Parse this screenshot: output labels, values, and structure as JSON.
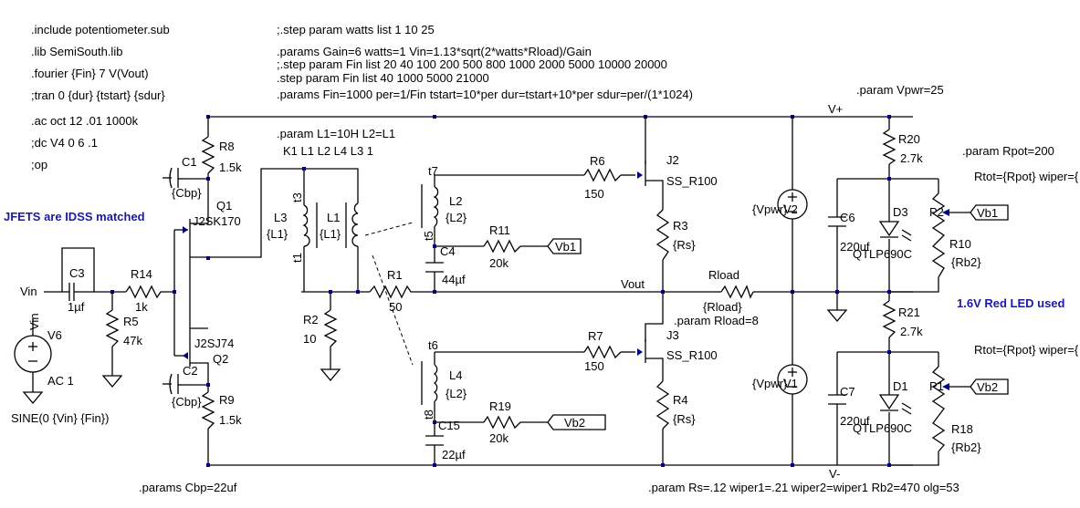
{
  "directives": {
    "include": ".include potentiometer.sub",
    "lib": ".lib SemiSouth.lib",
    "fourier": ".fourier {Fin} 7 V(Vout)",
    "tran": ";tran 0 {dur} {tstart} {sdur}",
    "ac": ".ac oct 12 .01 1000k",
    "dc": ";dc V4 0 6 .1",
    "op": ";op",
    "step_watts": ";.step param watts list 1  10   25",
    "params_gain": ".params Gain=6 watts=1 Vin=1.13*sqrt(2*watts*Rload)/Gain",
    "step_fin1": ";.step param Fin list 20  40 100 200 500 800 1000 2000 5000 10000 20000",
    "step_fin2": ".step param Fin list  40 1000 5000 21000",
    "params_fin": ".params Fin=1000 per=1/Fin tstart=10*per dur=tstart+10*per sdur=per/(1*1024)",
    "param_vpwr": ".param Vpwr=25",
    "param_L": ".param L1=10H L2=L1",
    "coupling": "K1 L1 L2 L4  L3 1",
    "param_rpot": ".param Rpot=200",
    "param_rload": ".param Rload=8",
    "params_cbp": ".params Cbp=22uf",
    "param_rs": ".param Rs=.12 wiper1=.21 wiper2=wiper1 Rb2=470 olg=53"
  },
  "notes": {
    "jfet": "JFETS are IDSS matched",
    "led": "1.6V Red LED used"
  },
  "labels": {
    "vin": "Vin",
    "vin_node": "Vin",
    "v6": "V6",
    "v6_ac": "AC 1",
    "v6_sine": "SINE(0 {Vin} {Fin})",
    "c3": "C3",
    "c3_val": "1µf",
    "r14": "R14",
    "r14_val": "1k",
    "r5": "R5",
    "r5_val": "47k",
    "c1": "C1",
    "c1_val": "{Cbp}",
    "r8": "R8",
    "r8_val": "1.5k",
    "q1": "Q1",
    "q1_val": "J2SK170",
    "q2": "Q2",
    "q2_val": "J2SJ74",
    "c2": "C2",
    "c2_val": "{Cbp}",
    "r9": "R9",
    "r9_val": "1.5k",
    "l3": "L3",
    "l3_val": "{L1}",
    "l1": "L1",
    "l1_val": "{L1}",
    "t3": "t3",
    "t1": "t1",
    "r2": "R2",
    "r2_val": "10",
    "r1": "R1",
    "r1_val": "50",
    "t7": "t7",
    "t5": "t5",
    "t6": "t6",
    "t8": "t8",
    "l2": "L2",
    "l2_val": "{L2}",
    "l4": "L4",
    "l4_val": "{L2}",
    "c4": "C4",
    "c4_val": "44µf",
    "c15": "C15",
    "c15_val": "22µf",
    "r11": "R11",
    "r11_val": "20k",
    "r19": "R19",
    "r19_val": "20k",
    "vb1": "Vb1",
    "vb2": "Vb2",
    "r6": "R6",
    "r6_val": "150",
    "r7": "R7",
    "r7_val": "150",
    "j2": "J2",
    "j2_val": "SS_R100",
    "j3": "J3",
    "j3_val": "SS_R100",
    "r3": "R3",
    "r3_val": "{Rs}",
    "r4": "R4",
    "r4_val": "{Rs}",
    "vout": "Vout",
    "rload": "Rload",
    "rload_val": "{Rload}",
    "vplus": "V+",
    "vminus": "V-",
    "v2": "V2",
    "v1": "V1",
    "vpwr1": "{Vpwr}",
    "vpwr2": "{Vpwr}",
    "c6": "C6",
    "c6_val": "220uf",
    "c7": "C7",
    "c7_val": "220uf",
    "r20": "R20",
    "r20_val": "2.7k",
    "r21": "R21",
    "r21_val": "2.7k",
    "d3": "D3",
    "d3_val": "QTLP690C",
    "d1": "D1",
    "d1_val": "QTLP690C",
    "p2": "P2",
    "p1": "P1",
    "r10": "R10",
    "r10_val": "{Rb2}",
    "r18": "R18",
    "r18_val": "{Rb2}",
    "rtot1": "Rtot={Rpot} wiper={",
    "rtot2": "Rtot={Rpot} wiper={"
  }
}
